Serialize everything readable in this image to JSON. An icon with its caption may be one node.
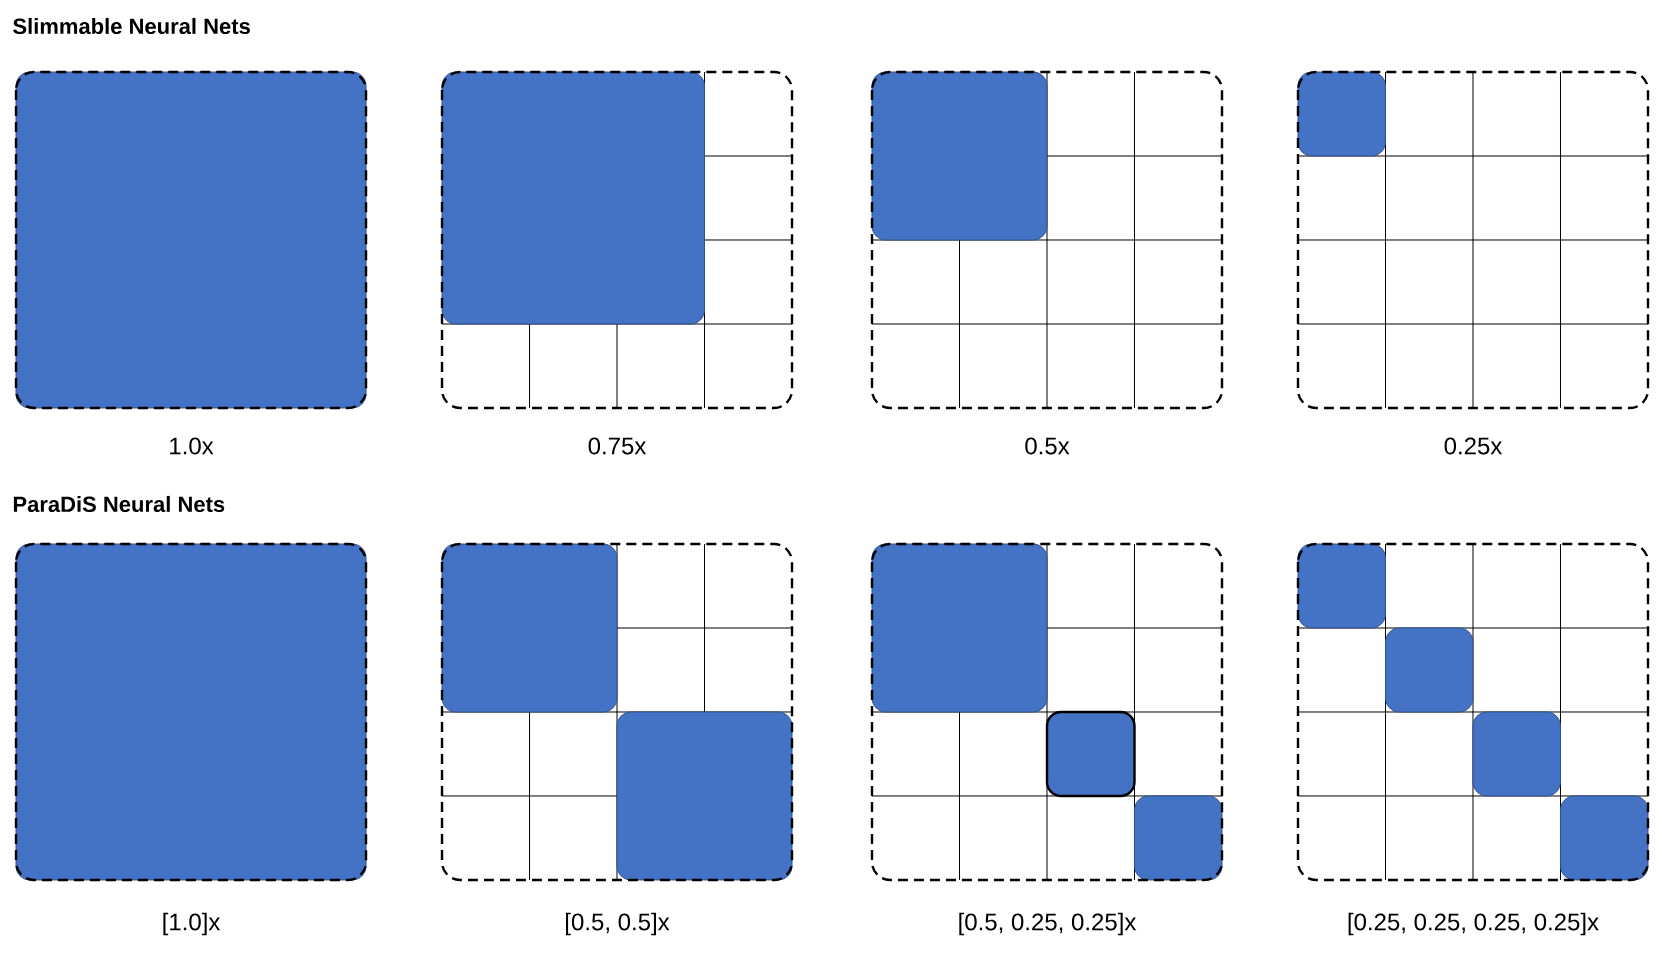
{
  "diagram": {
    "labels": [
      "Slimmable Neural Nets",
      "1.0x",
      "0.75x",
      "0.5x",
      "0.25x",
      "ParaDiS Neural Nets",
      "[1.0]x",
      "[0.5, 0.5]x",
      "[0.5, 0.25, 0.25]x",
      "[0.25, 0.25, 0.25, 0.25]x"
    ]
  }
}
